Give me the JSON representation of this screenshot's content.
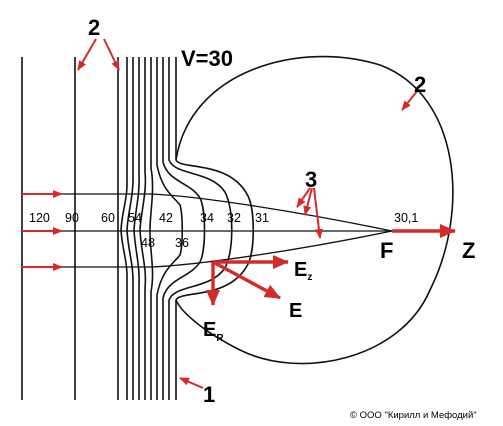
{
  "labels": {
    "v_label": "V=30",
    "marker_2_top": "2",
    "marker_2_right": "2",
    "marker_3": "3",
    "marker_1": "1",
    "focus": "F",
    "axis": "Z",
    "field_e": "E",
    "field_ez_main": "E",
    "field_ez_sub": "z",
    "field_er_main": "E",
    "field_er_sub": "R"
  },
  "potentials_top": [
    "120",
    "90",
    "60",
    "54",
    "42",
    "34",
    "32",
    "31",
    "30,1"
  ],
  "potentials_bottom": [
    "48",
    "36"
  ],
  "copyright": "© ООО \"Кирилл и Мефодий\"",
  "colors": {
    "lines": "#111111",
    "arrows": "#d42a2a"
  }
}
